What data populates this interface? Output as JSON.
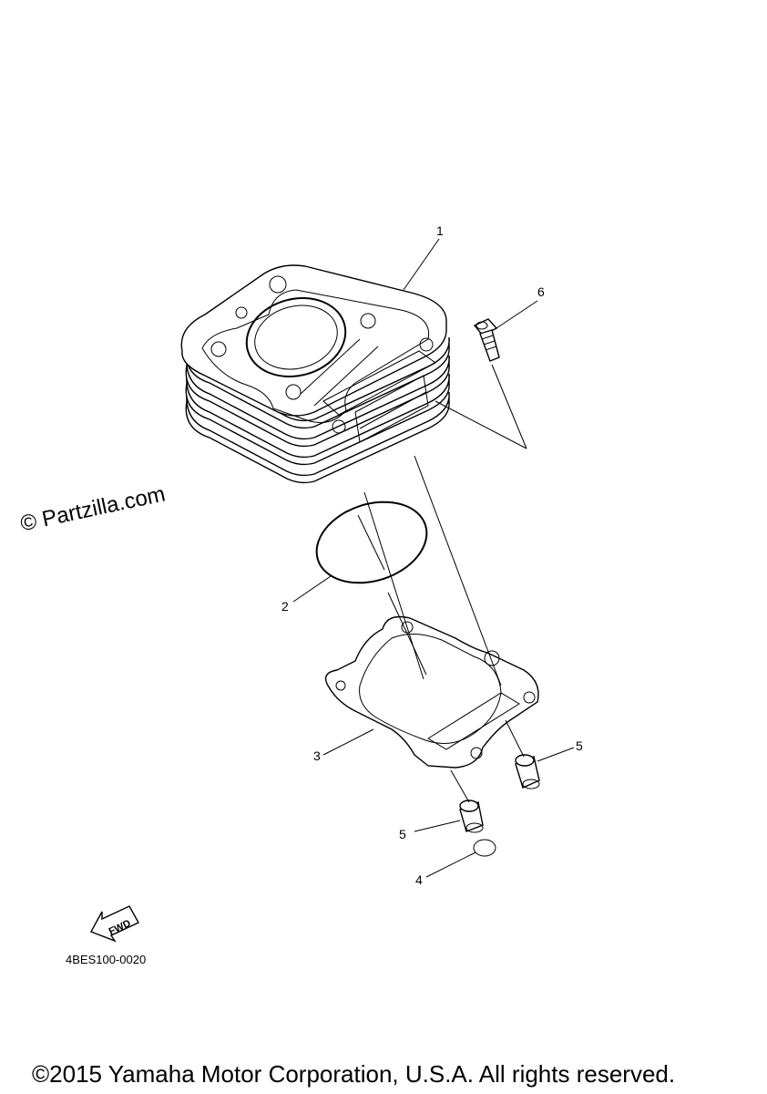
{
  "watermark": "© Partzilla.com",
  "callouts": {
    "c1": "1",
    "c2": "2",
    "c3": "3",
    "c4": "4",
    "c5a": "5",
    "c5b": "5",
    "c6": "6"
  },
  "fwd_label": "FWD",
  "diagram_code": "4BES100-0020",
  "copyright": "©2015 Yamaha Motor Corporation, U.S.A. All rights reserved."
}
